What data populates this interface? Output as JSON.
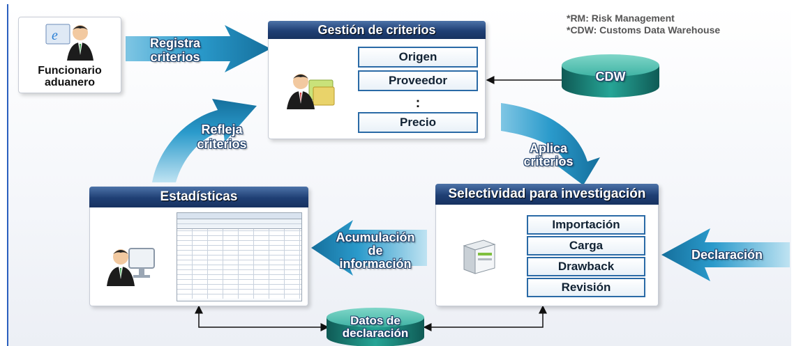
{
  "notes": [
    "*RM: Risk Management",
    "*CDW: Customs Data Warehouse"
  ],
  "official": {
    "line1": "Funcionario",
    "line2": "aduanero"
  },
  "criteria_panel": {
    "title": "Gestión de criterios",
    "items": [
      "Origen",
      "Proveedor",
      ":",
      "Precio"
    ]
  },
  "cdw": {
    "label": "CDW"
  },
  "arrows": {
    "registra": [
      "Registra",
      "criterios"
    ],
    "refleja": [
      "Refleja",
      "criterios"
    ],
    "aplica": [
      "Aplica",
      "criterios"
    ],
    "acumulacion": [
      "Acumulación",
      "de",
      "información"
    ],
    "declaracion": "Declaración"
  },
  "stats_panel": {
    "title": "Estadísticas"
  },
  "selectivity_panel": {
    "title": "Selectividad para investigación",
    "items": [
      "Importación",
      "Carga",
      "Drawback",
      "Revisión"
    ]
  },
  "datos": {
    "line1": "Datos de",
    "line2": "declaración"
  },
  "colors": {
    "title_bar": "#1f3f74",
    "arrow": "#1e88b8",
    "cylinder": "#1b8a80",
    "box_border": "#2a6aa6"
  },
  "icons": [
    "person-computer-icon",
    "person-folder-icon",
    "person-monitor-icon",
    "server-icon"
  ]
}
